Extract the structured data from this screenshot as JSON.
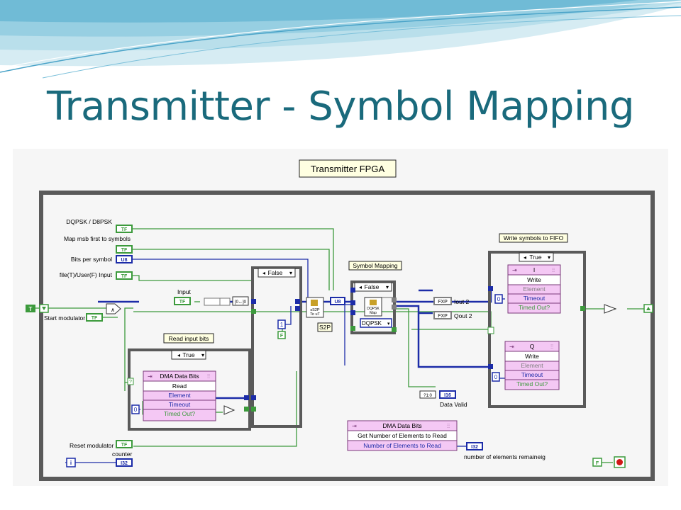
{
  "slide": {
    "title": "Transmitter - Symbol Mapping"
  },
  "diagram": {
    "title": "Transmitter FPGA",
    "controls": {
      "dqpsk": "DQPSK / D8PSK",
      "map_msb": "Map msb first to symbols",
      "bits_per_symbol": "Bits per symbol",
      "file_user": "file(T)/User(F) Input",
      "input": "Input",
      "start_modulator": "Start modulator",
      "reset_modulator": "Reset modulator",
      "counter": "counter"
    },
    "terminals": {
      "tf": "TF",
      "u8": "U8",
      "i32": "I32",
      "i16": "I16",
      "fxp": "FXP",
      "t": "T",
      "f": "F",
      "i": "i",
      "one": "1",
      "zero": "0"
    },
    "labels": {
      "read_input_bits": "Read input bits",
      "symbol_mapping": "Symbol Mapping",
      "write_symbols": "Write symbols to FIFO",
      "s2p": "S2P",
      "iout": "Iout 2",
      "qout": "Qout 2",
      "data_valid": "Data Valid",
      "elements_remaining": "number of elements remaineig",
      "dqpsk_ring": "DQPSK"
    },
    "cases": {
      "true": "True",
      "false": "False"
    },
    "nodes": {
      "dma_read": {
        "title": "DMA Data Bits",
        "method": "Read",
        "rows": [
          "Element",
          "Timeout",
          "Timed Out?"
        ]
      },
      "dma_get": {
        "title": "DMA Data Bits",
        "method": "Get Number of Elements to Read",
        "rows": [
          "Number of Elements to Read"
        ]
      },
      "fifo_i": {
        "title": "I",
        "method": "Write",
        "rows": [
          "Element",
          "Timeout",
          "Timed Out?"
        ]
      },
      "fifo_q": {
        "title": "Q",
        "method": "Write",
        "rows": [
          "Element",
          "Timeout",
          "Timed Out?"
        ]
      }
    },
    "colors": {
      "boolean": "#3c9a3c",
      "integer": "#1c2ca8",
      "fixed_point": "#808080",
      "title": "#1a6a7c",
      "method_node": "#f4c8f4"
    }
  }
}
